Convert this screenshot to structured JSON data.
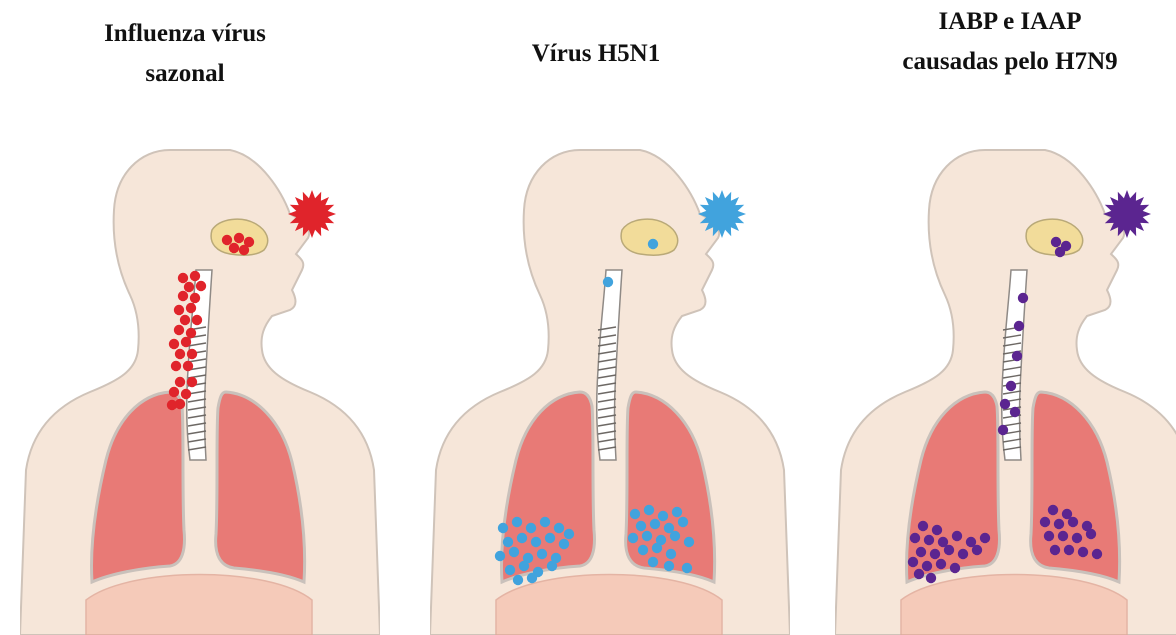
{
  "panels": [
    {
      "id": "seasonal",
      "title": "Influenza vírus\nsazonal",
      "virus_color": "#e0242b"
    },
    {
      "id": "h5n1",
      "title": "Vírus H5N1",
      "virus_color": "#41a3dd"
    },
    {
      "id": "h7n9",
      "title": "IABP e IAAP\ncausadas pelo H7N9",
      "virus_color": "#5b2590"
    }
  ],
  "colors": {
    "skin": "#f6e6d9",
    "skin_outline": "#cfc3b9",
    "lung": "#e87a76",
    "lung_outline": "#c9c1bb",
    "nasal": "#f2dc9a",
    "diaphragm": "#f5c4b2"
  }
}
